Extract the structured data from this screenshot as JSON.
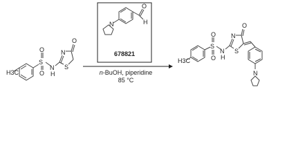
{
  "reactant": {
    "atoms": {
      "methyl": "H3C",
      "s": "S",
      "o_top": "O",
      "o_bottom": "O",
      "nh_n": "N",
      "nh_h": "H",
      "ring_n": "N",
      "ring_s": "S",
      "ring_o": "O"
    }
  },
  "reagent": {
    "compound_id": "678821",
    "atoms": {
      "n": "N",
      "o": "O",
      "h": "H"
    }
  },
  "conditions": {
    "solvent_prefix": "n",
    "solvent_rest": "-BuOH, piperidine",
    "temperature": "85 °C"
  },
  "product": {
    "atoms": {
      "methyl": "H3C",
      "s": "S",
      "o_top": "O",
      "o_bottom": "O",
      "nh_n": "N",
      "nh_h": "H",
      "ring_n": "N",
      "ring_s": "S",
      "ring_o": "O",
      "pyrrolidine_n": "N"
    }
  }
}
